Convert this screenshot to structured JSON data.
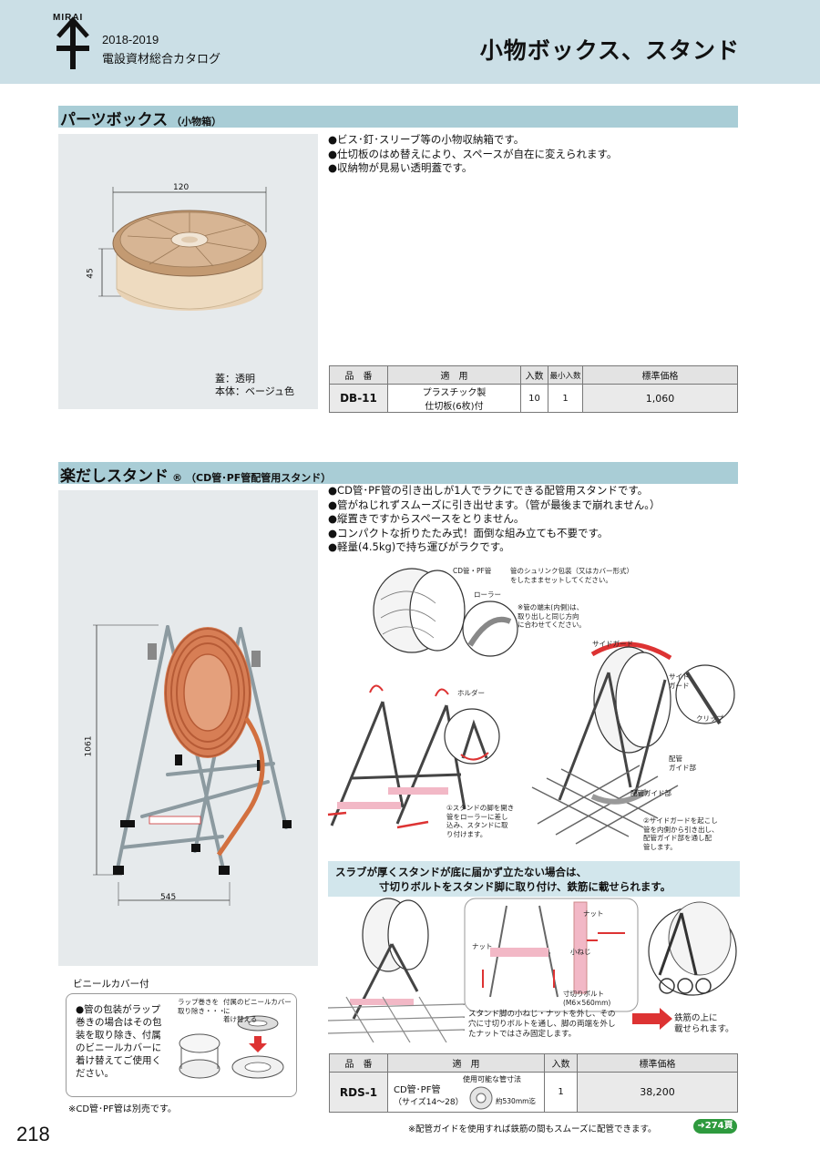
{
  "header": {
    "logo": "MIRAI",
    "year": "2018-2019",
    "catalog_name": "電設資材総合カタログ",
    "page_title": "小物ボックス、スタンド"
  },
  "parts_box": {
    "title": "パーツボックス",
    "subtitle": "（小物箱）",
    "dim_width": "120",
    "dim_height": "45",
    "material_lid": "蓋：透明",
    "material_body": "本体：ベージュ色",
    "bullets": [
      "ビス･釘･スリーブ等の小物収納箱です。",
      "仕切板のはめ替えにより、スペースが自在に変えられます。",
      "収納物が見易い透明蓋です。"
    ],
    "table": {
      "headers": [
        "品　番",
        "適　用",
        "入数",
        "最小入数",
        "標準価格"
      ],
      "row": {
        "code": "DB-11",
        "use_line1": "プラスチック製",
        "use_line2": "仕切板(6枚)付",
        "qty": "10",
        "min_qty": "1",
        "price": "1,060"
      }
    }
  },
  "stand": {
    "title": "楽だしスタンド",
    "registered": "®",
    "subtitle": "（CD管･PF管配管用スタンド）",
    "dim_height": "1061",
    "dim_width": "545",
    "bullets": [
      "CD管･PF管の引き出しが1人でラクにできる配管用スタンドです。",
      "管がねじれずスムーズに引き出せます。（管が最後まで崩れません。）",
      "縦置きですからスペースをとりません。",
      "コンパクトな折りたたみ式！面倒な組み立ても不要です。",
      "軽量(4.5kg)で持ち運びがラクです。"
    ],
    "callouts": {
      "pipe": "CD管・PF管",
      "shrink_line1": "管のシュリンク包装（又はカバー形式）",
      "shrink_line2": "をしたままセットしてください。",
      "roller": "ローラー",
      "pipe_end_line1": "※管の端末(内側)は、",
      "pipe_end_line2": "取り出しと同じ方向",
      "pipe_end_line3": "に合わせてください。",
      "side_guard": "サイドガード",
      "side_guard_small1": "サイド",
      "side_guard_small2": "ガード",
      "clip": "クリップ",
      "holder": "ホルダー",
      "pipe_guide_line1": "配管",
      "pipe_guide_line2": "ガイド部",
      "pipe_guide_2": "配管ガイド部",
      "step1_line1": "①スタンドの脚を開き",
      "step1_line2": "管をローラーに差し",
      "step1_line3": "込み、スタンドに取",
      "step1_line4": "り付けます。",
      "step2_line1": "②サイドガードを起こし",
      "step2_line2": "管を内側から引き出し、",
      "step2_line3": "配管ガイド部を通し配",
      "step2_line4": "管します。"
    },
    "slab": {
      "line1": "スラブが厚くスタンドが底に届かず立たない場合は、",
      "line2": "寸切りボルトをスタンド脚に取り付け、鉄筋に載せられます。",
      "nut": "ナット",
      "nut2": "ナット",
      "small_screw": "小ねじ",
      "bolt_line1": "寸切りボルト",
      "bolt_line2": "(M6×560mm)",
      "instr_line1": "スタンド脚の小ねじ・ナットを外し、その",
      "instr_line2": "穴に寸切りボルトを通し、脚の両端を外し",
      "instr_line3": "たナットではさみ固定します。",
      "result_line1": "鉄筋の上に",
      "result_line2": "載せられます。"
    },
    "vinyl": {
      "label": "ビニールカバー付",
      "text": "●管の包装がラップ巻きの場合はその包装を取り除き、付属のビニールカバーに着け替えてご使用ください。",
      "wrap_line1": "ラップ巻きを",
      "wrap_line2": "取り除き・・・",
      "cover_line1": "付属のビニールカバーに",
      "cover_line2": "着け替える"
    },
    "note_sold_separately": "※CD管･PF管は別売です。",
    "table": {
      "headers": [
        "品　番",
        "適　用",
        "入数",
        "標準価格"
      ],
      "row": {
        "code": "RDS-1",
        "use_line1": "CD管･PF管",
        "use_line2": "（サイズ14～28）",
        "usable_size": "使用可能な管寸法",
        "diameter": "約530mm迄",
        "qty": "1",
        "price": "38,200"
      }
    }
  },
  "footer": {
    "page_number": "218",
    "note": "※配管ガイドを使用すれば鉄筋の間もスムーズに配管できます。",
    "ref": "274頁"
  }
}
